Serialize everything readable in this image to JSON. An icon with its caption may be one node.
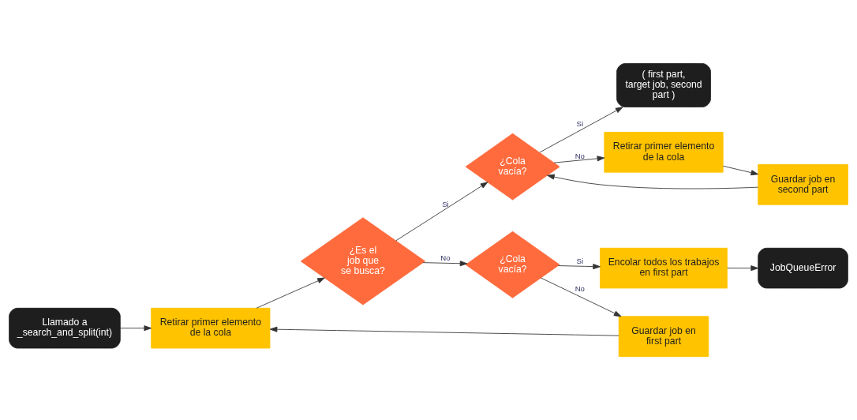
{
  "diagram": {
    "nodes": [
      {
        "text": [
          "Llamado a _search_and_split(int)"
        ]
      },
      {
        "text": [
          "Retirar primer elemento de la cola"
        ]
      },
      {
        "text": [
          "¿Es el job que se busca?"
        ]
      },
      {
        "text": [
          "¿Cola vacía?"
        ]
      },
      {
        "text": [
          "Guardar job en first part"
        ]
      },
      {
        "text": [
          "Encolar todos los trabajos en first part"
        ]
      },
      {
        "text": [
          "JobQueueError"
        ]
      },
      {
        "text": [
          "¿Cola vacía?"
        ]
      },
      {
        "text": [
          "( first part, target job, second part )"
        ]
      },
      {
        "text": [
          "Retirar primer elemento de la cola"
        ]
      },
      {
        "text": [
          "Guardar job en second part"
        ]
      }
    ],
    "edges": [
      {
        "from": 0,
        "to": 1,
        "arrow": "to"
      },
      {
        "from": 1,
        "to": 2,
        "arrow": "to"
      },
      {
        "from": 2,
        "to": 3,
        "arrow": "to",
        "label": "No"
      },
      {
        "from": 3,
        "to": 4,
        "arrow": "to",
        "label": "No"
      },
      {
        "from": 4,
        "to": 1,
        "arrow": "to"
      },
      {
        "from": 3,
        "to": 5,
        "arrow": "to",
        "label": "Si"
      },
      {
        "from": 5,
        "to": 6,
        "arrow": "to"
      },
      {
        "from": 2,
        "to": 7,
        "arrow": "to",
        "label": "Si"
      },
      {
        "from": 7,
        "to": 8,
        "arrow": "to",
        "label": "Si"
      },
      {
        "from": 7,
        "to": 9,
        "arrow": "to",
        "label": "No"
      },
      {
        "from": 9,
        "to": 10,
        "arrow": "to"
      },
      {
        "from": 10,
        "to": 7,
        "arrow": "to"
      }
    ]
  }
}
